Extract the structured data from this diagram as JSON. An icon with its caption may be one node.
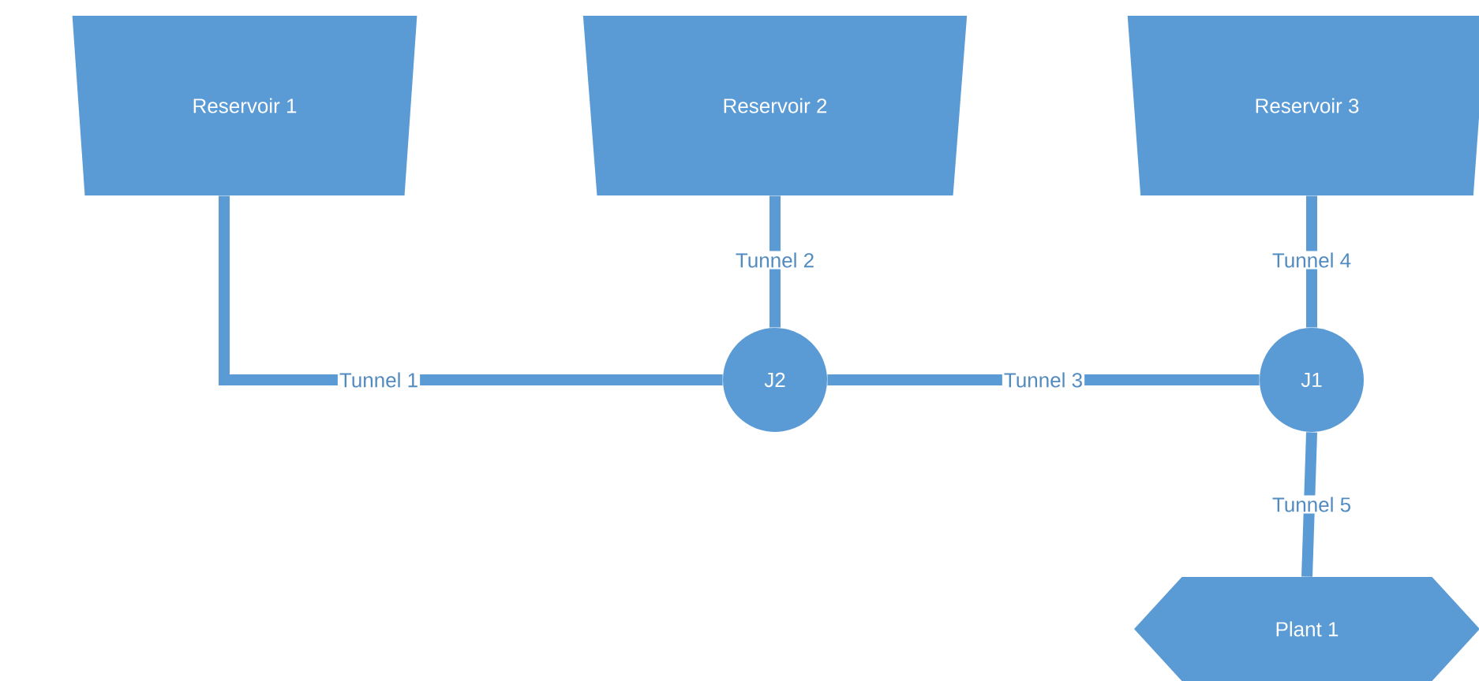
{
  "diagram": {
    "nodes": [
      {
        "text": [
          "Reservoir 1"
        ]
      },
      {
        "text": [
          "Reservoir 2"
        ]
      },
      {
        "text": [
          "Reservoir 3"
        ]
      },
      {
        "text": [
          "J2"
        ]
      },
      {
        "text": [
          "J1"
        ]
      },
      {
        "text": [
          "Plant 1"
        ]
      }
    ],
    "edges": [
      {
        "from": 0,
        "to": 3,
        "arrow": "none",
        "label": "Tunnel 1"
      },
      {
        "from": 1,
        "to": 3,
        "arrow": "none",
        "label": "Tunnel 2"
      },
      {
        "from": 3,
        "to": 4,
        "arrow": "none",
        "label": "Tunnel 3"
      },
      {
        "from": 2,
        "to": 4,
        "arrow": "none",
        "label": "Tunnel 4"
      },
      {
        "from": 4,
        "to": 5,
        "arrow": "none",
        "label": "Tunnel 5"
      }
    ]
  }
}
